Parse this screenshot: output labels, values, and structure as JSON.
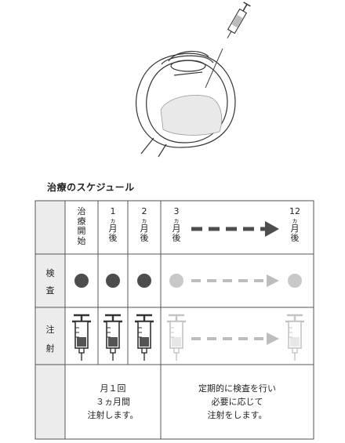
{
  "title": "治療のスケジュール",
  "columns": [
    {
      "chars": [
        "治",
        "療",
        "開",
        "始"
      ]
    },
    {
      "chars": [
        "1",
        "ヵ",
        "月",
        "後"
      ]
    },
    {
      "chars": [
        "2",
        "ヵ",
        "月",
        "後"
      ]
    },
    {
      "chars": [
        "3",
        "ヵ",
        "月",
        "後"
      ]
    },
    {
      "chars": [
        "12",
        "ヵ",
        "月",
        "後"
      ]
    }
  ],
  "rows": {
    "exam": [
      "検",
      "査"
    ],
    "injection": [
      "注",
      "射"
    ]
  },
  "notes": {
    "left": [
      "月１回",
      "３ヵ月間",
      "注射します。"
    ],
    "right": [
      "定期的に検査を行い",
      "必要に応じて",
      "注射をします。"
    ]
  },
  "colors": {
    "dark_dot": "#4d4d4d",
    "light_dot": "#c8c8c8",
    "dark_arrow": "#4d4d4d",
    "light_arrow": "#bdbdbd",
    "header_bg": "#ececec",
    "grid_line": "#555555"
  }
}
